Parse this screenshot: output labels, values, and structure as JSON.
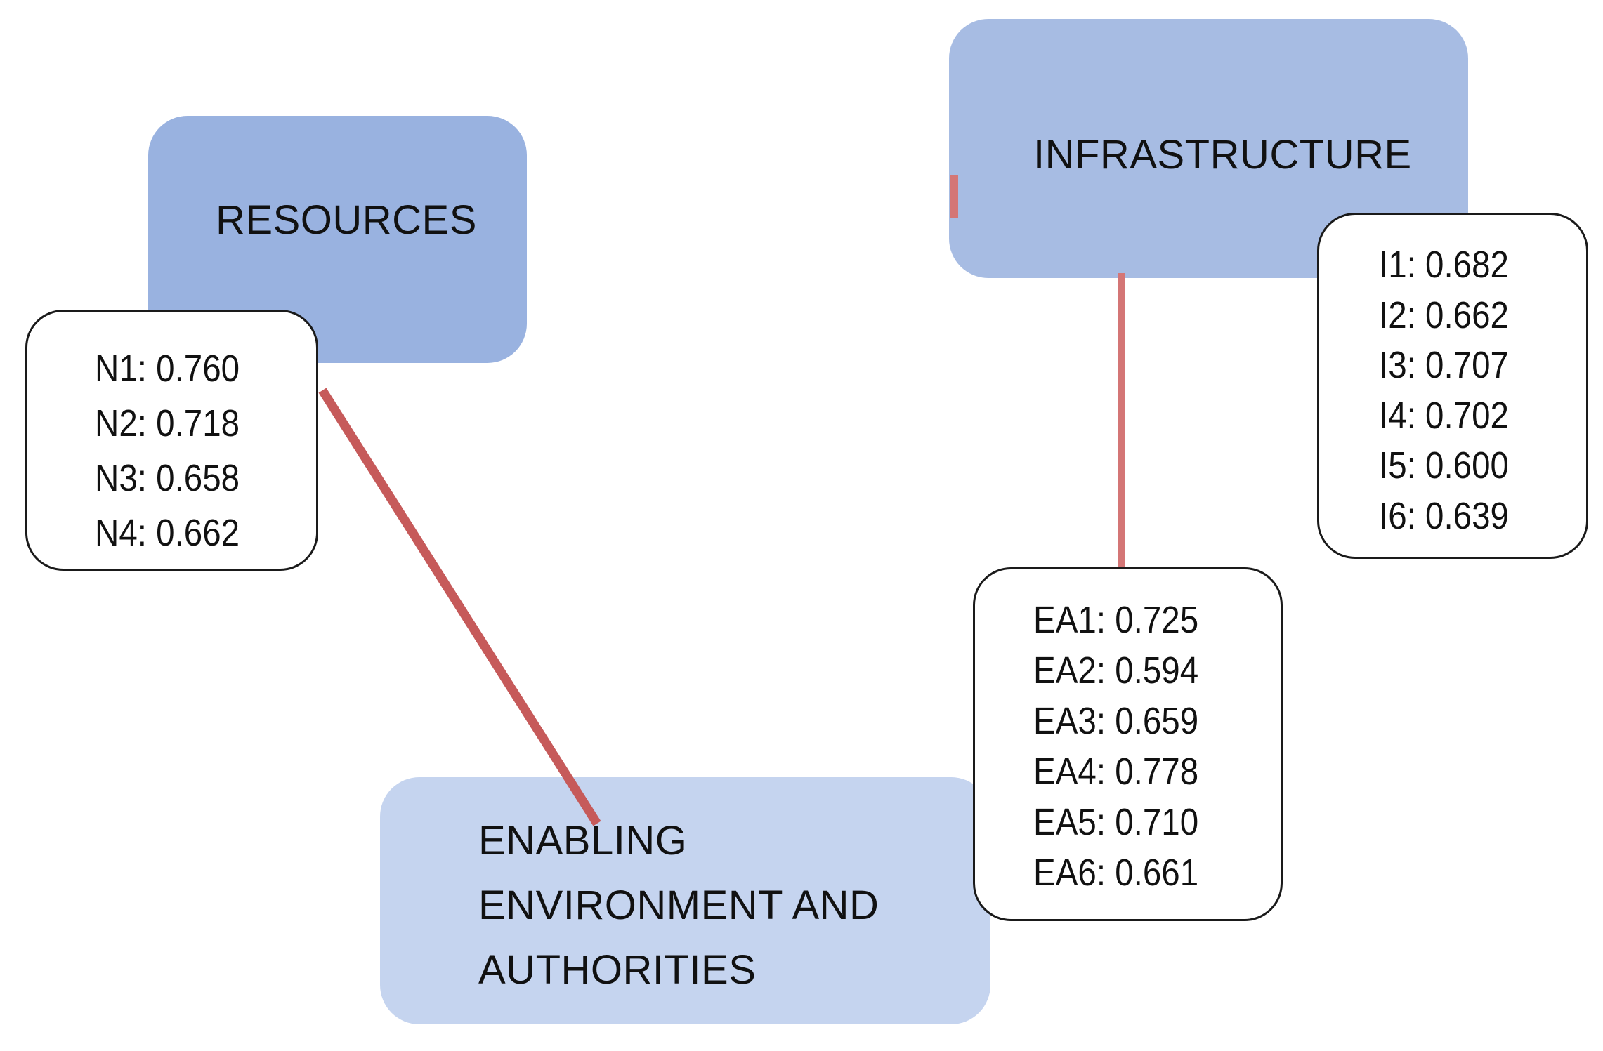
{
  "colors": {
    "resources_fill": "#99b2e0",
    "infrastructure_fill": "#a7bce3",
    "enabling_fill": "#c5d4ef",
    "connector": "#c65a5a",
    "connector_light": "#d47676",
    "indicator_border": "#1a1a1a"
  },
  "constructs": {
    "resources": {
      "label": "RESOURCES",
      "indicators": [
        "N1: 0.760",
        "N2: 0.718",
        "N3: 0.658",
        "N4: 0.662"
      ]
    },
    "infrastructure": {
      "label": "INFRASTRUCTURE",
      "indicators": [
        "I1: 0.682",
        "I2: 0.662",
        "I3: 0.707",
        "I4: 0.702",
        "I5: 0.600",
        "I6: 0.639"
      ]
    },
    "enabling": {
      "label": "ENABLING ENVIRONMENT AND AUTHORITIES",
      "indicators": [
        "EA1: 0.725",
        "EA2: 0.594",
        "EA3: 0.659",
        "EA4: 0.778",
        "EA5: 0.710",
        "EA6: 0.661"
      ]
    }
  }
}
